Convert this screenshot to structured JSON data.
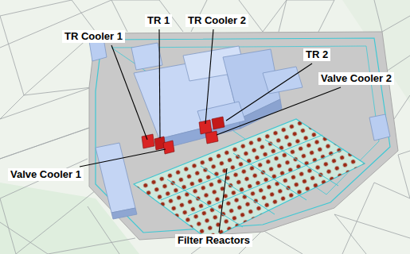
{
  "diagram": {
    "labels": [
      "TR Cooler 1",
      "TR 1",
      "TR Cooler 2",
      "TR 2",
      "Valve Cooler 2",
      "Valve Cooler 1",
      "Filter Reactors"
    ]
  }
}
